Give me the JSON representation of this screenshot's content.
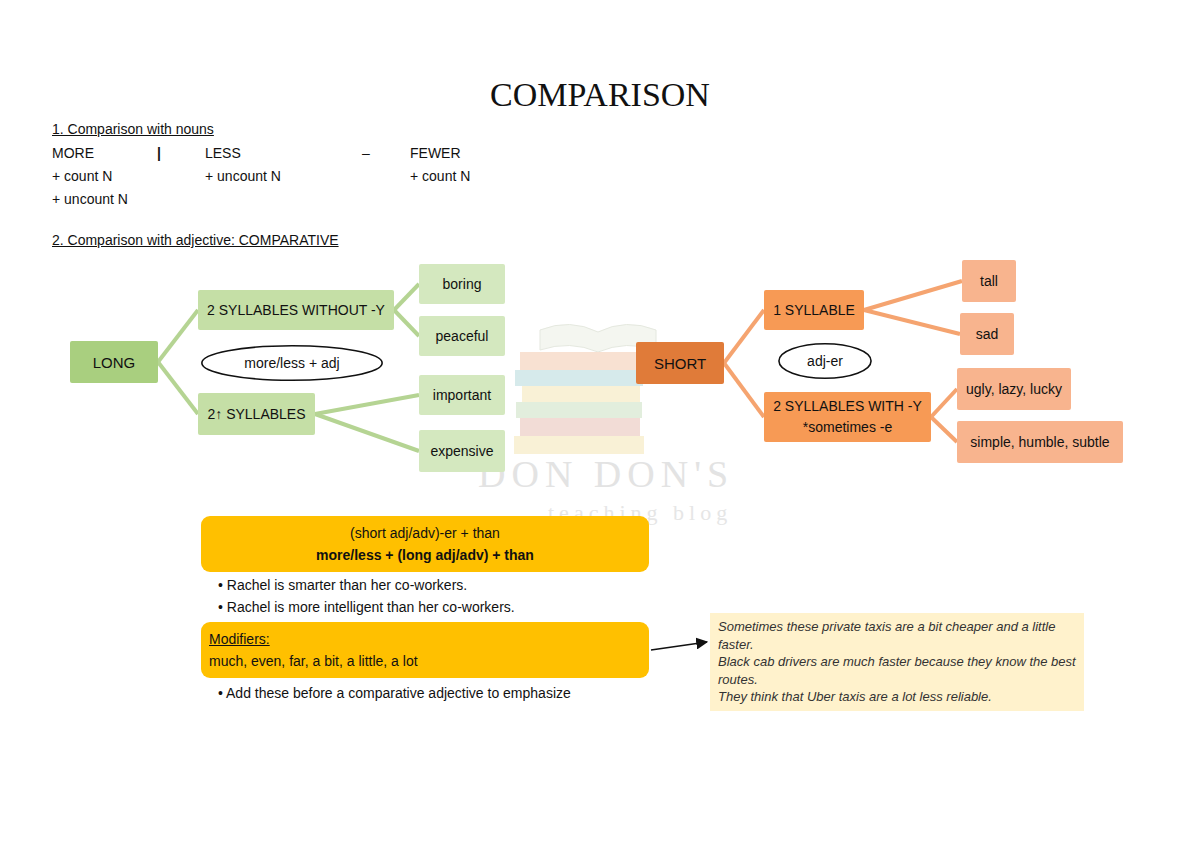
{
  "diagram": {
    "title": "COMPARISON",
    "nodes": [
      {
        "text": [
          "LONG"
        ]
      },
      {
        "text": [
          "2 SYLLABLES WITHOUT -Y"
        ]
      },
      {
        "text": [
          "boring"
        ]
      },
      {
        "text": [
          "peaceful"
        ]
      },
      {
        "text": [
          "more/less + adj"
        ]
      },
      {
        "text": [
          "2↑ SYLLABLES"
        ]
      },
      {
        "text": [
          "important"
        ]
      },
      {
        "text": [
          "expensive"
        ]
      },
      {
        "text": [
          "SHORT"
        ]
      },
      {
        "text": [
          "1 SYLLABLE"
        ]
      },
      {
        "text": [
          "tall"
        ]
      },
      {
        "text": [
          "sad"
        ]
      },
      {
        "text": [
          "adj-er"
        ]
      },
      {
        "text": [
          "2 SYLLABLES WITH -Y",
          "*sometimes -e"
        ]
      },
      {
        "text": [
          "ugly, lazy, lucky"
        ]
      },
      {
        "text": [
          "simple, humble, subtle"
        ]
      },
      {
        "text": [
          "(short adj/adv)-er + than",
          "more/less + (long adj/adv) + than"
        ]
      },
      {
        "text": [
          "Modifiers:",
          "much, even, far, a bit, a little, a lot"
        ]
      },
      {
        "text": [
          "Sometimes these private taxis are a bit cheaper and a little faster.",
          "Black cab drivers are much faster because they know the best routes.",
          "They think that Uber taxis are a lot less reliable."
        ]
      }
    ],
    "edges": [
      {
        "from": 0,
        "to": 1,
        "arrow": "none"
      },
      {
        "from": 0,
        "to": 5,
        "arrow": "none"
      },
      {
        "from": 1,
        "to": 2,
        "arrow": "none"
      },
      {
        "from": 1,
        "to": 3,
        "arrow": "none"
      },
      {
        "from": 5,
        "to": 6,
        "arrow": "none"
      },
      {
        "from": 5,
        "to": 7,
        "arrow": "none"
      },
      {
        "from": 8,
        "to": 9,
        "arrow": "none"
      },
      {
        "from": 8,
        "to": 13,
        "arrow": "none"
      },
      {
        "from": 9,
        "to": 10,
        "arrow": "none"
      },
      {
        "from": 9,
        "to": 11,
        "arrow": "none"
      },
      {
        "from": 13,
        "to": 14,
        "arrow": "none"
      },
      {
        "from": 13,
        "to": 15,
        "arrow": "none"
      },
      {
        "from": 17,
        "to": 18,
        "arrow": "to"
      }
    ],
    "labels": [
      "1. Comparison with nouns",
      "MORE",
      "|",
      "LESS",
      "–",
      "FEWER",
      "+ count N",
      "+ uncount N",
      "+ count N",
      "+ uncount N",
      "2. Comparison with adjective: COMPARATIVE",
      "• Rachel is smarter than her co-workers.",
      "• Rachel is more intelligent than her co-workers.",
      "• Add these before a comparative adjective to emphasize",
      "DON DON'S",
      "teaching blog"
    ]
  }
}
